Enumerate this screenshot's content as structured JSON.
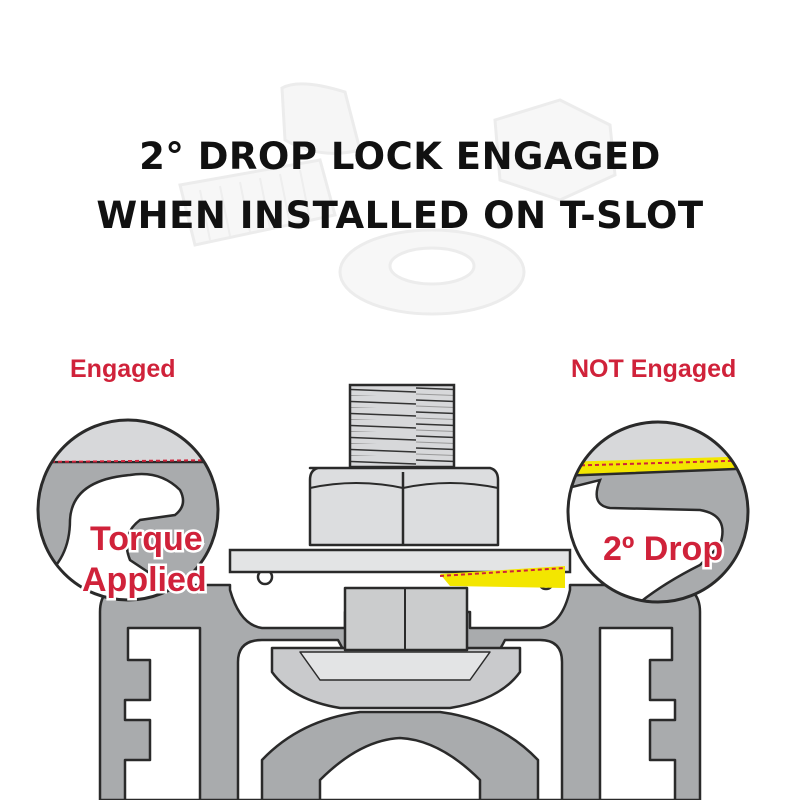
{
  "title": {
    "line1": "2° DROP LOCK ENGAGED",
    "line2": "WHEN INSTALLED ON T-SLOT"
  },
  "left_panel": {
    "label": "Engaged",
    "callout_line1": "Torque",
    "callout_line2": "Applied"
  },
  "right_panel": {
    "label": "NOT Engaged",
    "callout": "2º Drop"
  },
  "colors": {
    "accent_red": "#d0223a",
    "highlight_yellow": "#f3e600",
    "profile_gray": "#a9abad",
    "metal_light": "#d7d8da",
    "outline": "#2a2a2a"
  },
  "icons": [
    "t-bolt-ghost-icon",
    "nut-ghost-icon",
    "washer-ghost-icon",
    "magnifier-circle-icon"
  ]
}
